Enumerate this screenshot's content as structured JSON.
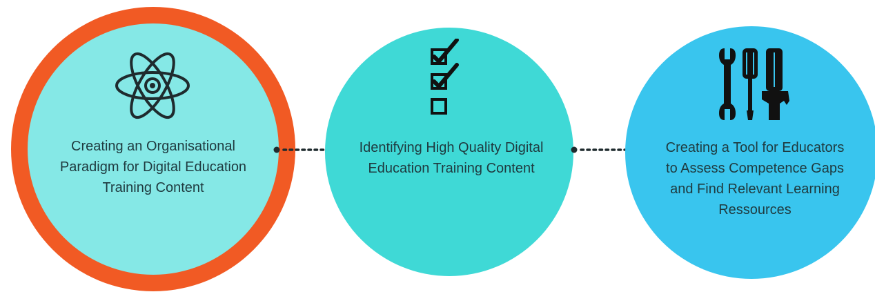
{
  "steps": [
    {
      "icon": "atom-icon",
      "label_lines": [
        "Creating  an Organisational",
        "Paradigm for Digital Education",
        "Training Content"
      ],
      "color": "#85e8e6",
      "ring_color": "#f15a24",
      "highlighted": true
    },
    {
      "icon": "checklist-icon",
      "label_lines": [
        "Identifying High Quality Digital",
        "Education Training Content"
      ],
      "color": "#3fd9d6",
      "highlighted": false
    },
    {
      "icon": "tools-icon",
      "label_lines": [
        "Creating a Tool for Educators",
        "to Assess Competence Gaps",
        "and Find Relevant Learning",
        "Ressources"
      ],
      "color": "#39c5ee",
      "highlighted": false
    }
  ],
  "connector_style": "dotted-arrow",
  "text_color": "#1f3a3f"
}
